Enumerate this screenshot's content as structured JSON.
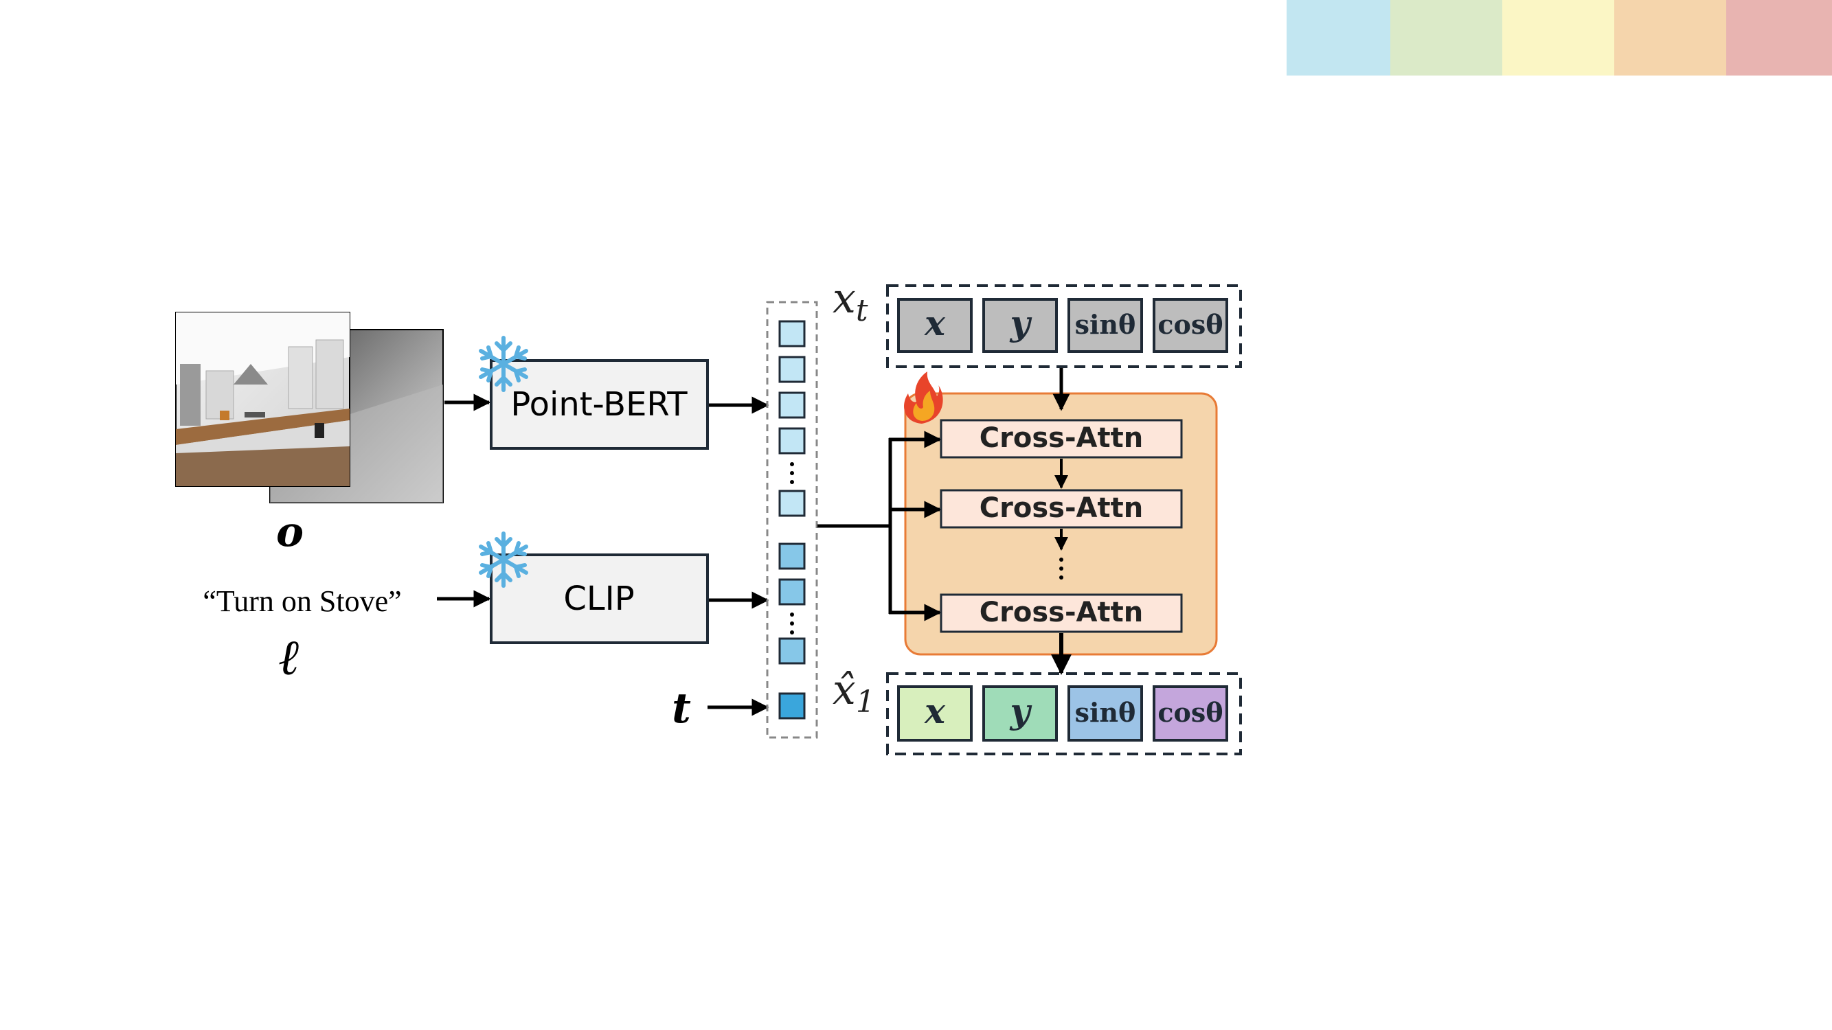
{
  "palette": {
    "swatches": [
      "#c2e6f1",
      "#dbeac8",
      "#fbf6c5",
      "#f5d5ac",
      "#e8b4b1"
    ]
  },
  "observation": {
    "symbol": "o"
  },
  "instruction": {
    "text": "“Turn on Stove”",
    "symbol": "ℓ"
  },
  "encoders": {
    "point_bert": {
      "label": "Point-BERT",
      "frozen_icon": "snowflake-icon"
    },
    "clip": {
      "label": "CLIP",
      "frozen_icon": "snowflake-icon"
    }
  },
  "timestep": {
    "symbol": "t"
  },
  "input_state": {
    "label_main": "x",
    "label_sub": "t",
    "cells": [
      {
        "text": "x",
        "color": "#bdbdbd"
      },
      {
        "text": "y",
        "color": "#bdbdbd"
      },
      {
        "text": "sinθ",
        "color": "#bdbdbd"
      },
      {
        "text": "cosθ",
        "color": "#bdbdbd"
      }
    ]
  },
  "decoder": {
    "trainable_icon": "fire-icon",
    "blocks": [
      "Cross-Attn",
      "Cross-Attn",
      "Cross-Attn"
    ],
    "bg_color": "#f5d5ac",
    "block_color": "#fde6da"
  },
  "output_state": {
    "label_main": "x̂",
    "label_sub": "1",
    "cells": [
      {
        "text": "x",
        "color": "#d8efbd"
      },
      {
        "text": "y",
        "color": "#9fdcb8"
      },
      {
        "text": "sinθ",
        "color": "#9cc3e6"
      },
      {
        "text": "cosθ",
        "color": "#c4a6dc"
      }
    ]
  }
}
